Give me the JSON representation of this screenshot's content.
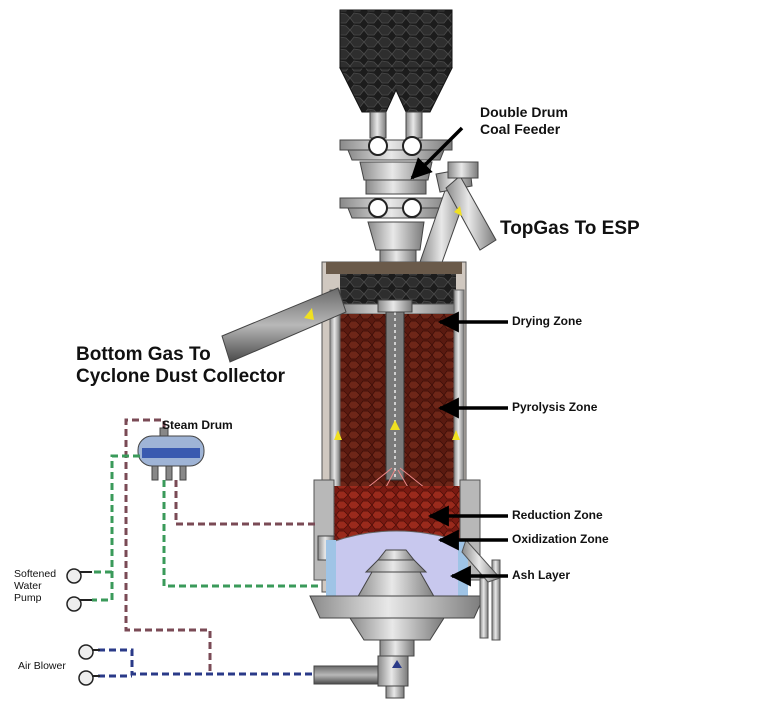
{
  "labels": {
    "coal_feeder": [
      "Double Drum",
      "Coal Feeder"
    ],
    "top_gas": "TopGas To ESP",
    "bottom_gas": [
      "Bottom Gas To",
      "Cyclone Dust Collector"
    ],
    "steam_drum": "Steam Drum",
    "drying_zone": "Drying Zone",
    "pyrolysis_zone": "Pyrolysis Zone",
    "reduction_zone": "Reduction Zone",
    "oxidization_zone": "Oxidization Zone",
    "ash_layer": "Ash Layer",
    "softened_water_pump": [
      "Softened",
      "Water",
      "Pump"
    ],
    "air_blower": "Air Blower"
  },
  "colors": {
    "coal": "#1c1c1c",
    "bed": "#5a1a10",
    "shell": "#c8c8c8",
    "water": "#9fc4e6",
    "steam_line": "#7a4a55",
    "water_line": "#3a9a5a",
    "air_line": "#2a3a88",
    "arrow": "#f0e020"
  }
}
